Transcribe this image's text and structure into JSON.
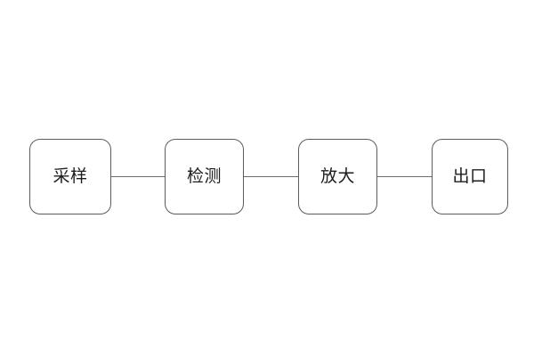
{
  "diagram": {
    "title": "",
    "orientation": "horizontal",
    "background_color": "#ffffff",
    "node_border_color": "#5b5b5b",
    "node_fill_color": "#ffffff",
    "connector_color": "#6e6e6e",
    "label_color": "#1c1c1c",
    "nodes": [
      {
        "id": "node-1",
        "label": "采样"
      },
      {
        "id": "node-2",
        "label": "检测"
      },
      {
        "id": "node-3",
        "label": "放大"
      },
      {
        "id": "node-4",
        "label": "出口"
      }
    ],
    "connectors": [
      {
        "id": "conn-1",
        "from": "node-1",
        "to": "node-2"
      },
      {
        "id": "conn-2",
        "from": "node-2",
        "to": "node-3"
      },
      {
        "id": "conn-3",
        "from": "node-3",
        "to": "node-4"
      }
    ]
  }
}
